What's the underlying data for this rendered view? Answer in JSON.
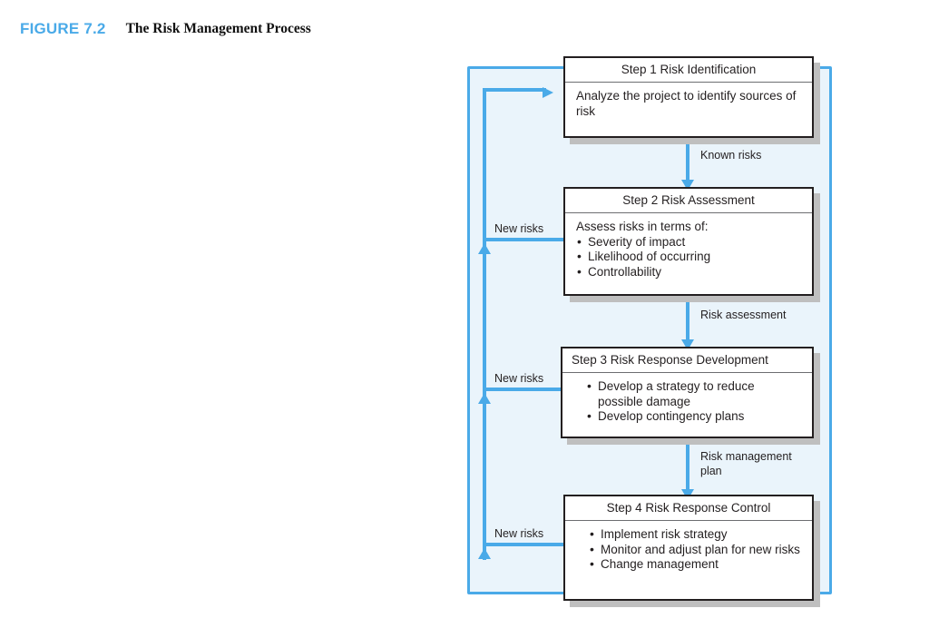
{
  "figure": {
    "number": "FIGURE 7.2",
    "title": "The Risk Management Process",
    "accent_color": "#4aaae8",
    "loop_fill_color": "#eaf4fb",
    "box_border_color": "#231f20",
    "shadow_color": "#bfbfbf"
  },
  "steps": [
    {
      "header": "Step 1 Risk Identification",
      "kind": "paragraph",
      "text": "Analyze the project to identify sources of risk",
      "bullets": []
    },
    {
      "header": "Step 2 Risk Assessment",
      "kind": "lead-in-bullets",
      "text": "Assess risks in terms of:",
      "bullets": [
        "Severity of impact",
        "Likelihood of occurring",
        "Controllability"
      ]
    },
    {
      "header": "Step 3 Risk Response Development",
      "kind": "bullets",
      "text": "",
      "bullets": [
        "Develop a strategy to reduce possible damage",
        "Develop contingency plans"
      ]
    },
    {
      "header": "Step 4 Risk Response Control",
      "kind": "bullets",
      "text": "",
      "bullets": [
        "Implement risk strategy",
        "Monitor and adjust plan for new risks",
        "Change management"
      ]
    }
  ],
  "flow_labels": [
    {
      "id": "known-risks",
      "text": "Known risks"
    },
    {
      "id": "risk-assessment",
      "text": "Risk assessment"
    },
    {
      "id": "risk-management-plan",
      "text": "Risk management plan"
    }
  ],
  "feedback_labels": [
    {
      "id": "new-risks-2",
      "text": "New risks"
    },
    {
      "id": "new-risks-3",
      "text": "New risks"
    },
    {
      "id": "new-risks-4",
      "text": "New risks"
    }
  ]
}
